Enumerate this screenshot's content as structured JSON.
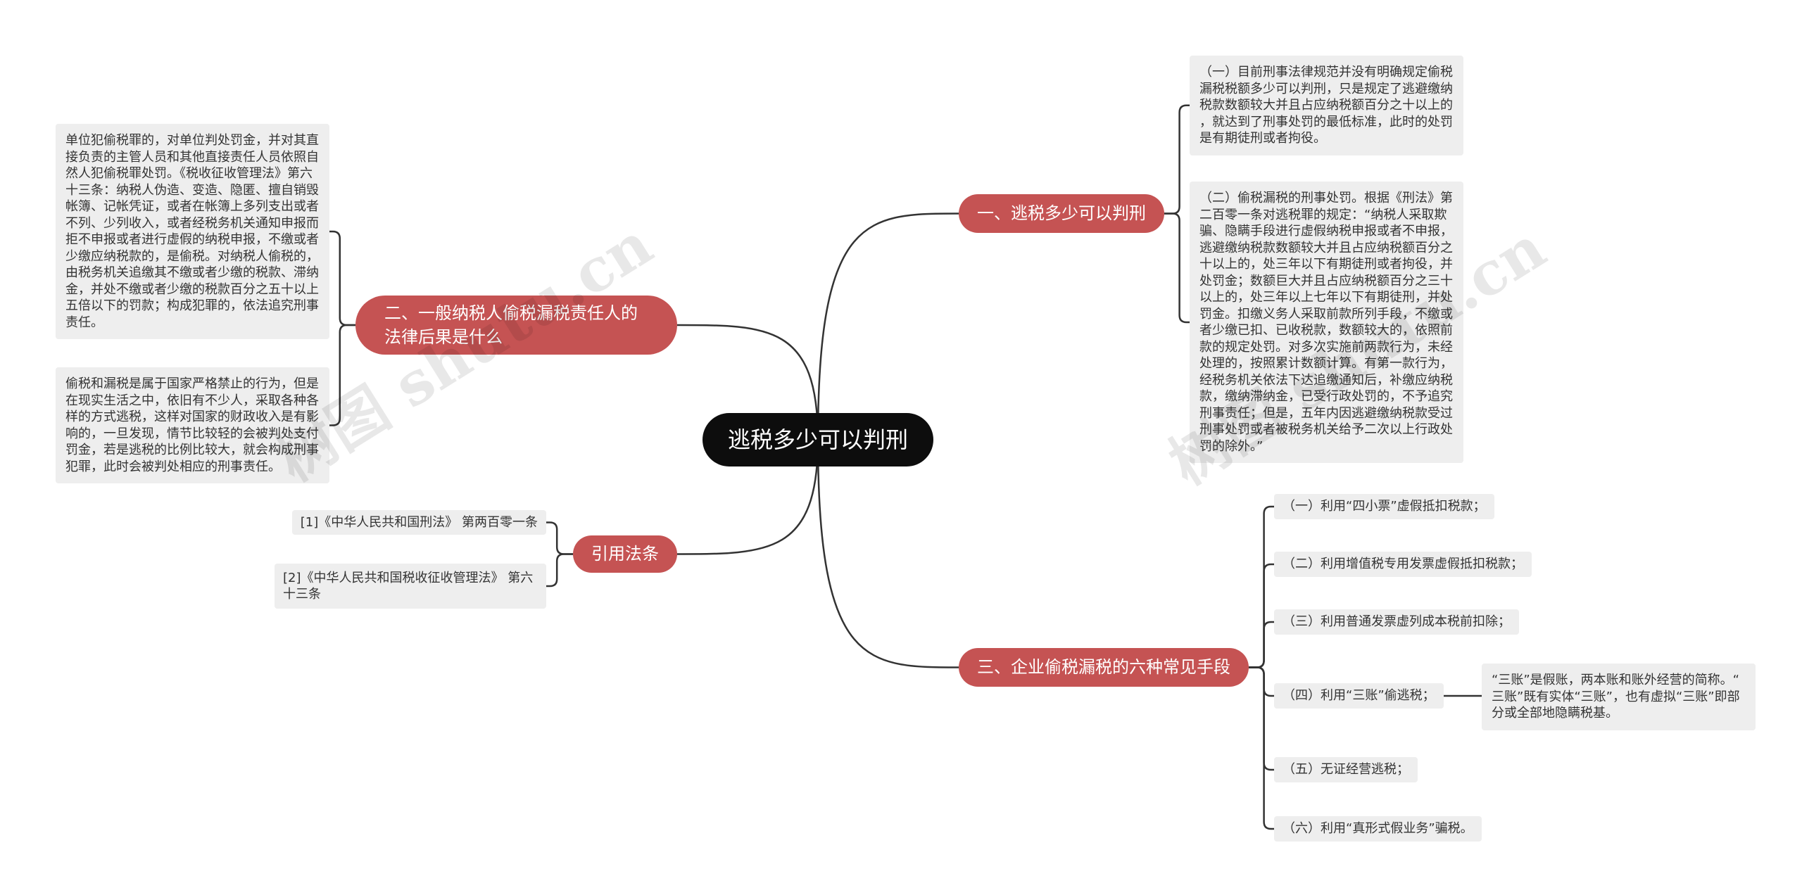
{
  "root": {
    "label": "逃税多少可以判刑"
  },
  "branch1": {
    "label": "一、逃税多少可以判刑",
    "children": [
      "（一）目前刑事法律规范并没有明确规定偷税漏税税额多少可以判刑，只是规定了逃避缴纳税款数额较大并且占应纳税额百分之十以上的，就达到了刑事处罚的最低标准，此时的处罚是有期徒刑或者拘役。",
      "（二）偷税漏税的刑事处罚。根据《刑法》第二百零一条对逃税罪的规定：“纳税人采取欺骗、隐瞒手段进行虚假纳税申报或者不申报，逃避缴纳税款数额较大并且占应纳税额百分之十以上的，处三年以下有期徒刑或者拘役，并处罚金；数额巨大并且占应纳税额百分之三十以上的，处三年以上七年以下有期徒刑，并处罚金。扣缴义务人采取前款所列手段，不缴或者少缴已扣、已收税款，数额较大的，依照前款的规定处罚。对多次实施前两款行为，未经处理的，按照累计数额计算。有第一款行为，经税务机关依法下达追缴通知后，补缴应纳税款，缴纳滞纳金，已受行政处罚的，不予追究刑事责任；但是，五年内因逃避缴纳税款受过刑事处罚或者被税务机关给予二次以上行政处罚的除外。”"
    ]
  },
  "branch2": {
    "label": "二、一般纳税人偷税漏税责任人的法律后果是什么",
    "children": [
      "单位犯偷税罪的，对单位判处罚金，并对其直接负责的主管人员和其他直接责任人员依照自然人犯偷税罪处罚。《税收征收管理法》第六十三条：纳税人伪造、变造、隐匿、擅自销毁帐簿、记帐凭证，或者在帐簿上多列支出或者不列、少列收入，或者经税务机关通知申报而拒不申报或者进行虚假的纳税申报，不缴或者少缴应纳税款的，是偷税。对纳税人偷税的，由税务机关追缴其不缴或者少缴的税款、滞纳金，并处不缴或者少缴的税款百分之五十以上五倍以下的罚款；构成犯罪的，依法追究刑事责任。",
      "偷税和漏税是属于国家严格禁止的行为，但是在现实生活之中，依旧有不少人，采取各种各样的方式逃税，这样对国家的财政收入是有影响的，一旦发现，情节比较轻的会被判处支付罚金，若是逃税的比例比较大，就会构成刑事犯罪，此时会被判处相应的刑事责任。"
    ]
  },
  "branch3": {
    "label": "三、企业偷税漏税的六种常见手段",
    "children": [
      "（一）利用“四小票”虚假抵扣税款；",
      "（二）利用增值税专用发票虚假抵扣税款；",
      "（三）利用普通发票虚列成本税前扣除；",
      "（四）利用“三账”偷逃税；",
      "（五）无证经营逃税；",
      "（六）利用“真形式假业务”骗税。"
    ],
    "child4_detail": "“三账”是假账，两本账和账外经营的简称。“三账”既有实体“三账”，也有虚拟“三账”即部分或全部地隐瞒税基。"
  },
  "branch4": {
    "label": "引用法条",
    "children": [
      "[1]《中华人民共和国刑法》 第两百零一条",
      "[2]《中华人民共和国税收征收管理法》 第六十三条"
    ]
  },
  "watermark": "树图 shutu.cn",
  "colors": {
    "root": "#0d0d0d",
    "branch": "#c55353",
    "leaf": "#eeeeee",
    "text": "#333333",
    "line": "#333333"
  }
}
